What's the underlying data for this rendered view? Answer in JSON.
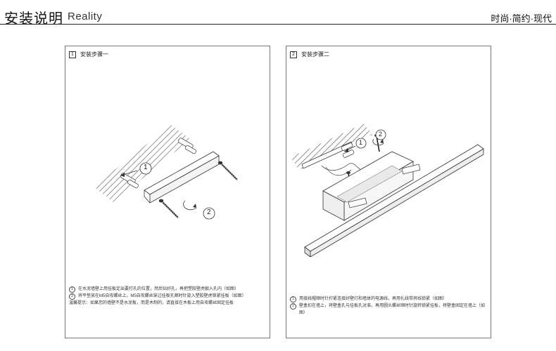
{
  "header": {
    "title_cn": "安装说明",
    "title_en": "Reality",
    "tagline": "时尚·简约·现代"
  },
  "panels": [
    {
      "step_number": "1",
      "step_title": "安装步骤一",
      "callouts": [
        "1",
        "2"
      ],
      "notes": [
        {
          "mark": "1",
          "text": "在水泥墙壁上用挂板定出要打孔的位置，然后钻好孔，再把塑胶壁虎敲入孔内（如图）"
        },
        {
          "mark": "2",
          "text": "将平垫放在M5自攻螺丝上，M5自攻螺丝穿过挂板孔顺时针旋入塑胶壁虎锁紧挂板（如图）"
        }
      ],
      "tip": "温馨提示：如果您的墙壁不是水泥板，而是木制的，请直接在木板上用自攻螺丝固定挂板"
    },
    {
      "step_number": "2",
      "step_title": "安装步骤二",
      "callouts": [
        "1",
        "2"
      ],
      "notes": [
        {
          "mark": "1",
          "text": "用接线帽顺时针拧紧连接好壁灯和墙体的电源线，再用扎线带将线锁紧（如图）"
        },
        {
          "mark": "2",
          "text": "壁盒扣在墙上，将壁盒孔与挂板孔对准，再用圆头螺丝顺时针旋转锁紧挂板，将壁盒固定在墙上（如图）"
        }
      ]
    }
  ],
  "colors": {
    "rule": "#222222",
    "panel_border": "#777777",
    "line_art": "#333333"
  }
}
